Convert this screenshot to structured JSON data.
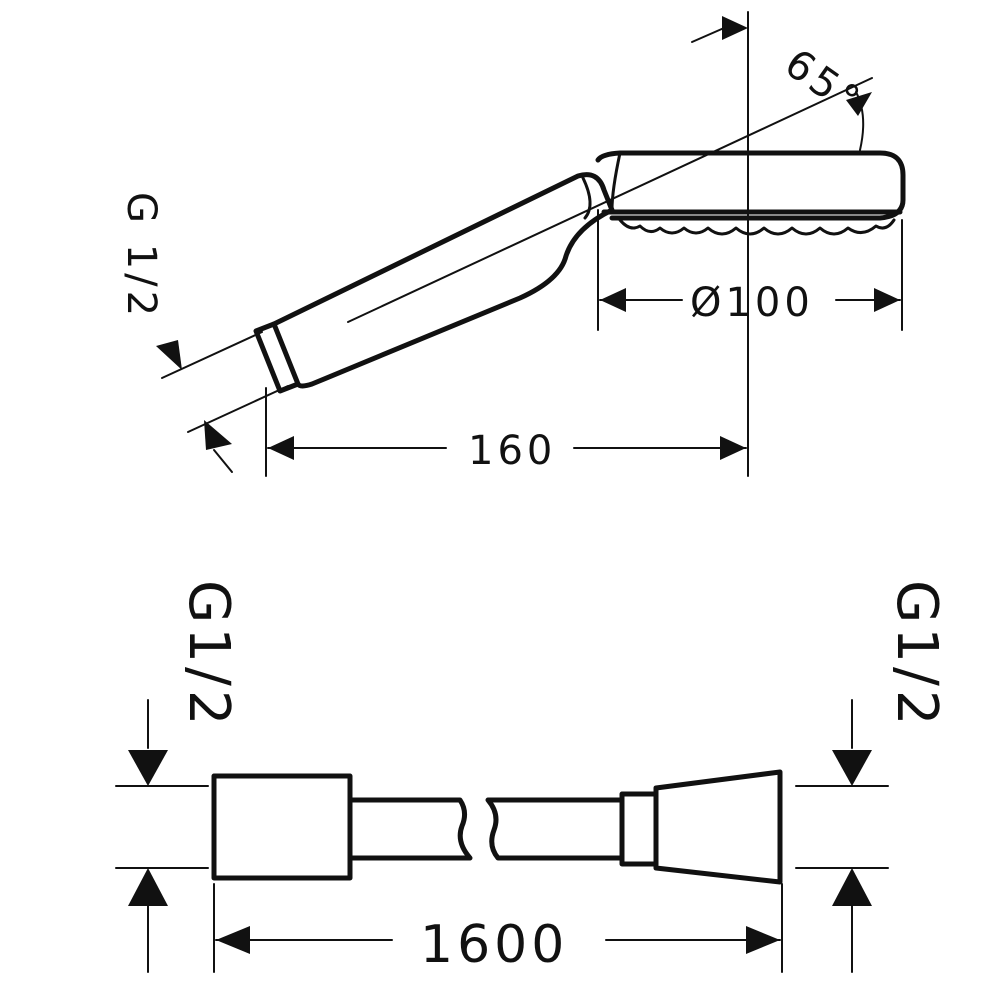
{
  "handshower": {
    "thread_label": "G 1/2",
    "angle_label": "65°",
    "diameter_label": "Ø100",
    "length_label": "160"
  },
  "hose": {
    "left_thread_label": "G1/2",
    "right_thread_label": "G1/2",
    "length_label": "1600"
  },
  "colors": {
    "line": "#111111",
    "background": "#ffffff"
  }
}
